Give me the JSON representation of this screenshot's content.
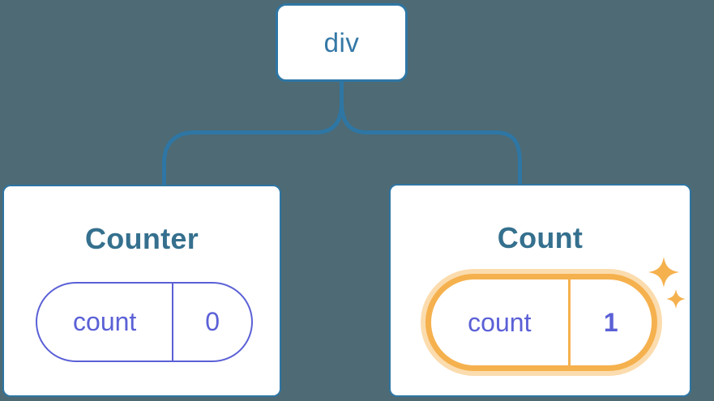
{
  "diagram": {
    "root": {
      "label": "div"
    },
    "children": [
      {
        "title": "Counter",
        "state": {
          "key": "count",
          "value": "0"
        },
        "highlighted": false
      },
      {
        "title": "Count",
        "state": {
          "key": "count",
          "value": "1"
        },
        "highlighted": true
      }
    ]
  },
  "icons": {
    "highlight_sparkles": [
      "sparkle-icon-large",
      "sparkle-icon-small"
    ]
  },
  "colors": {
    "background": "#4e6a74",
    "connector_blue": "#2e76a4",
    "root_node_text_blue": "#3478a6",
    "card_title_teal": "#35708e",
    "state_purple": "#5b60d6",
    "highlight_orange": "#f5b14e",
    "highlight_orange_glow": "#fbdcae",
    "card_background": "#ffffff"
  }
}
